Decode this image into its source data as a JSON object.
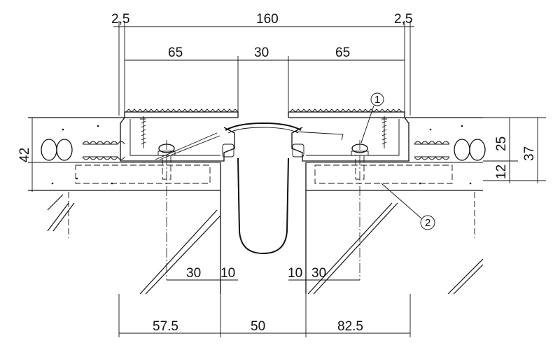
{
  "dimensions": {
    "top": {
      "left_edge": "2,5",
      "total": "160",
      "right_edge": "2,5",
      "left_plate": "65",
      "gap": "30",
      "right_plate": "65"
    },
    "left_height": "42",
    "right": {
      "upper": "25",
      "lower": "12",
      "total": "37"
    },
    "anchor": {
      "left_offset": "30",
      "left_gap": "10",
      "right_gap": "10",
      "right_offset": "30"
    },
    "bottom": {
      "left": "57.5",
      "middle": "50",
      "right": "82.5"
    }
  },
  "callouts": [
    "1",
    "2"
  ]
}
